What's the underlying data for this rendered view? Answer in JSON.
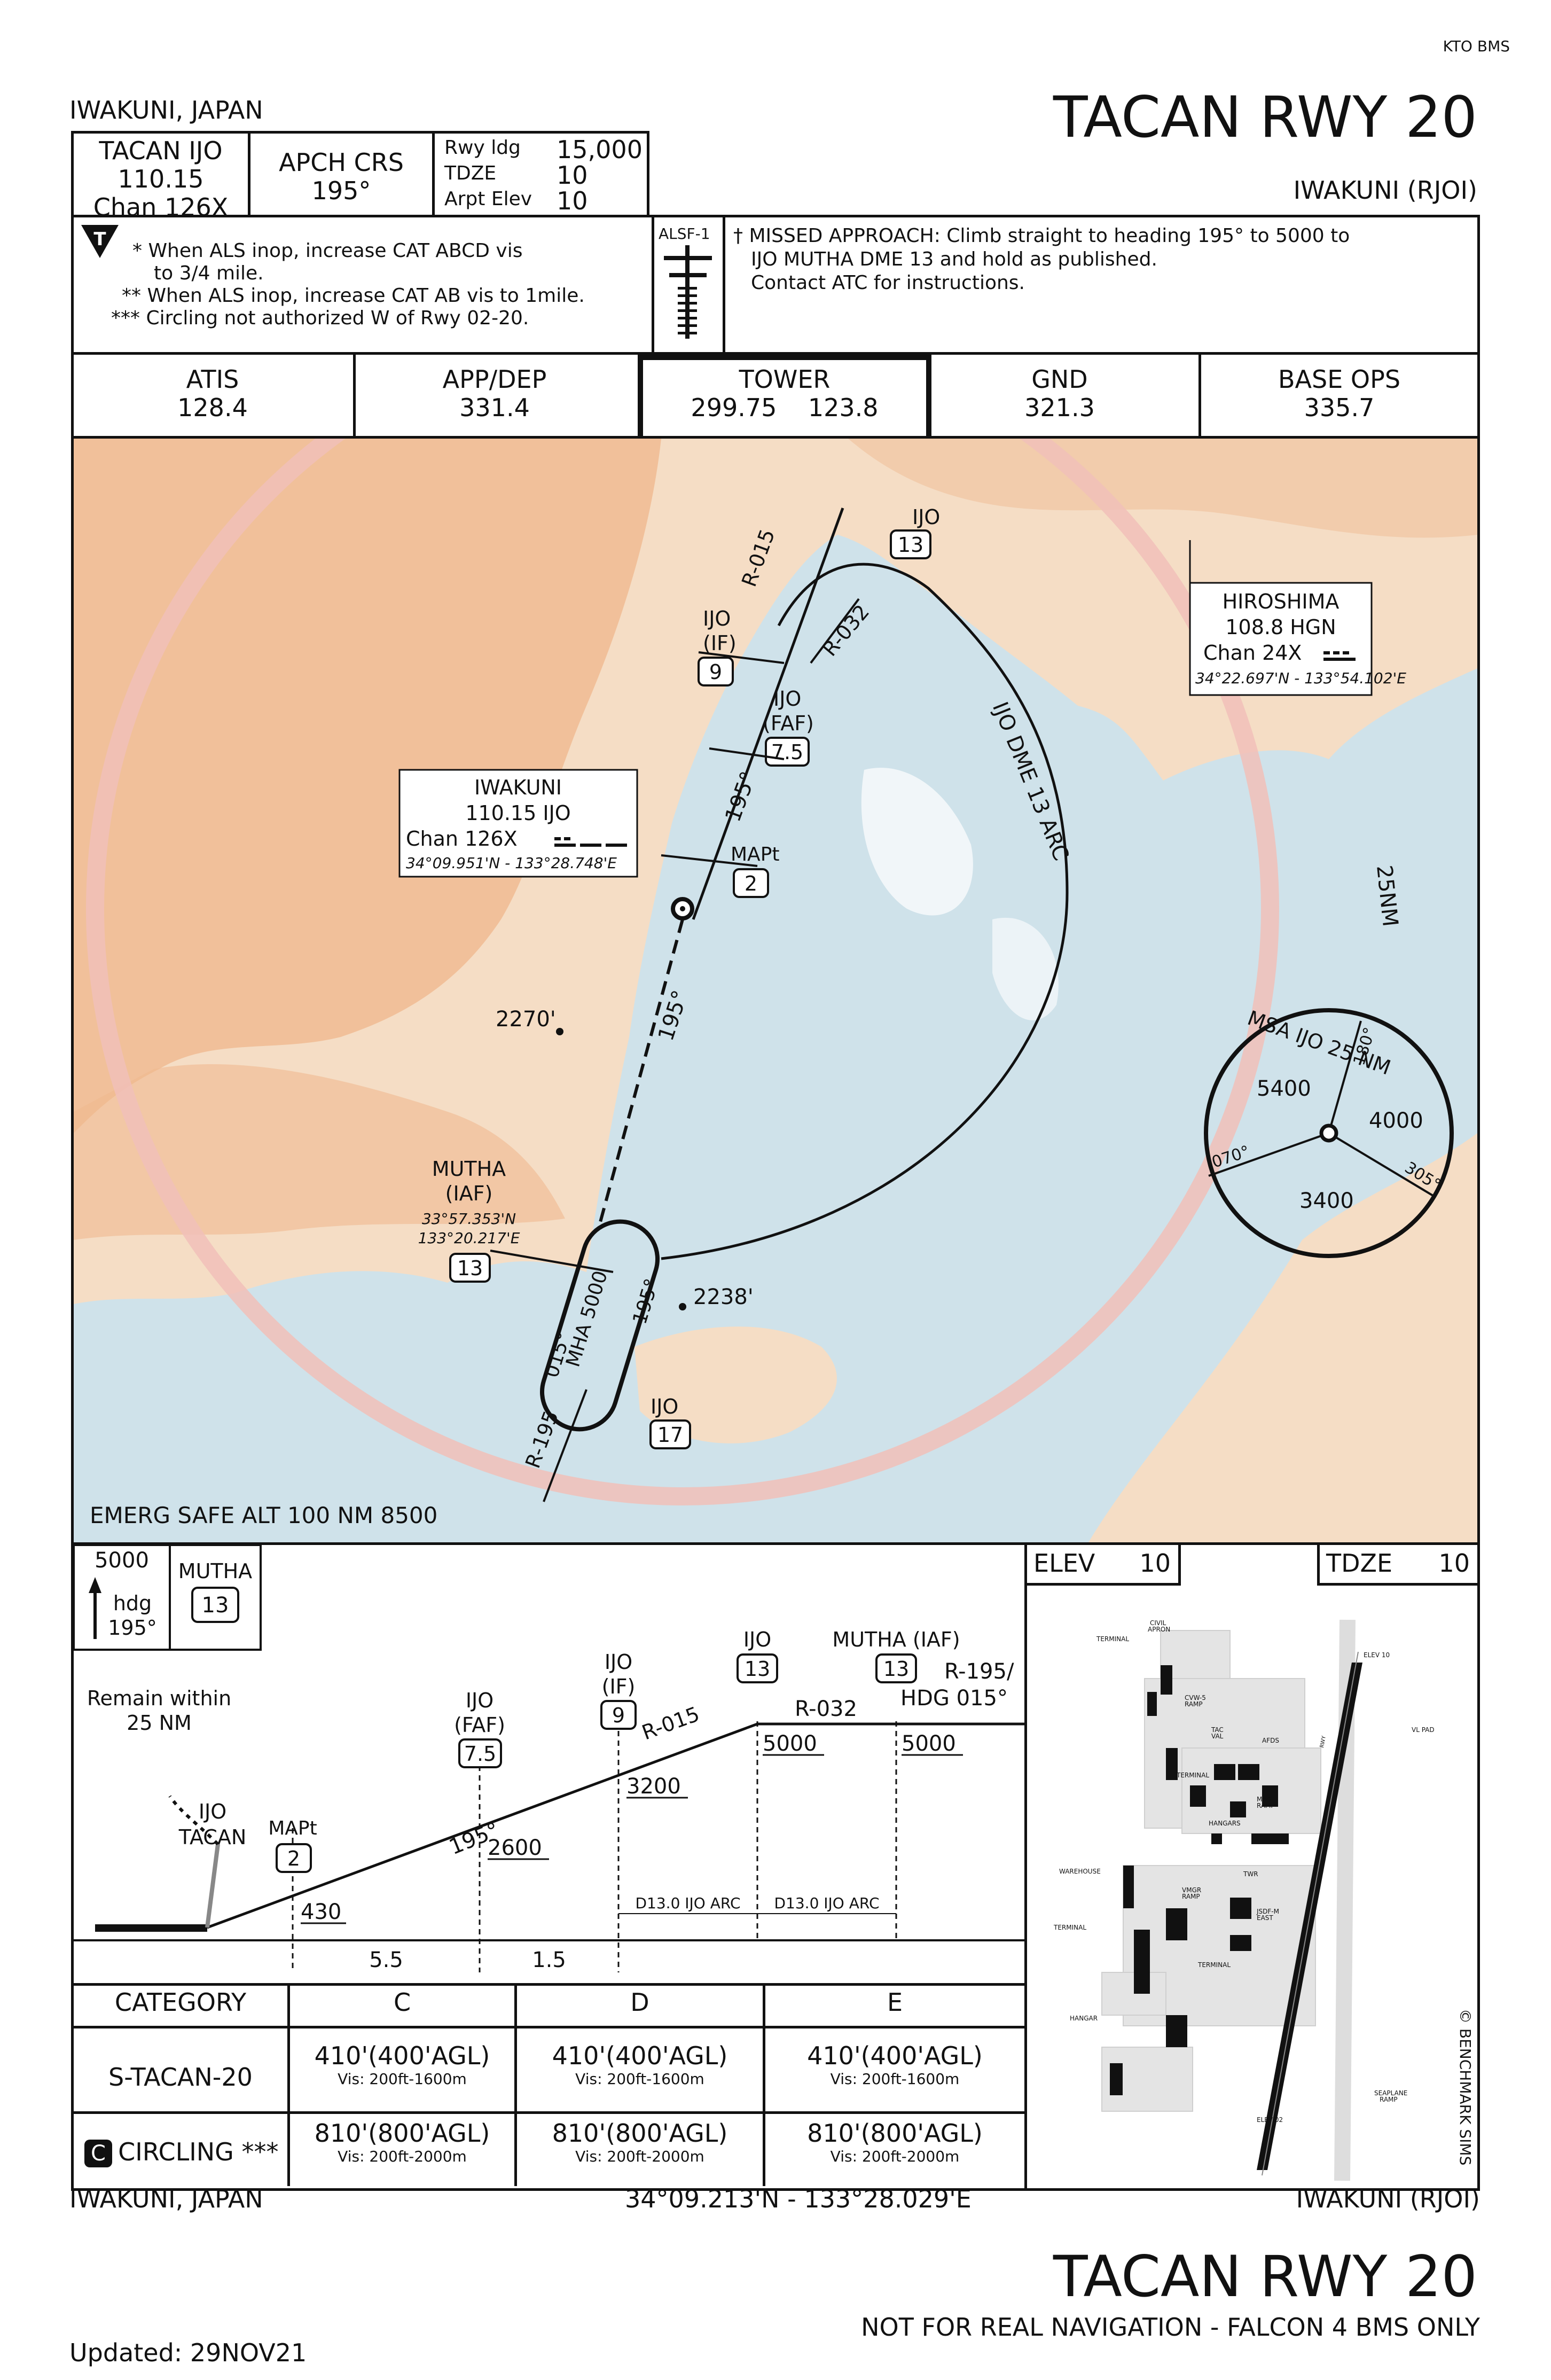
{
  "header": {
    "source": "KTO BMS",
    "location": "IWAKUNI, JAPAN",
    "title": "TACAN RWY 20",
    "airport": "IWAKUNI (RJOI)"
  },
  "briefing": {
    "nav_name": "TACAN IJO",
    "nav_freq": "110.15",
    "nav_chan": "Chan 126X",
    "apch_crs_label": "APCH CRS",
    "apch_crs": "195°",
    "rwy_ldg_label": "Rwy ldg",
    "rwy_ldg": "15,000",
    "tdze_label": "TDZE",
    "tdze": "10",
    "arpt_elev_label": "Arpt Elev",
    "arpt_elev": "10",
    "note1": "* When ALS inop, increase CAT ABCD vis",
    "note1b": "to 3/4 mile.",
    "note2": "** When ALS inop, increase CAT AB vis to 1mile.",
    "note3": "*** Circling not authorized W of Rwy 02-20.",
    "alsf": "ALSF-1",
    "missed_1": "† MISSED APPROACH: Climb straight to heading 195° to 5000 to",
    "missed_2": "IJO MUTHA DME 13 and hold as published.",
    "missed_3": "Contact ATC for instructions."
  },
  "comms": [
    {
      "name": "ATIS",
      "freq": "128.4"
    },
    {
      "name": "APP/DEP",
      "freq": "331.4"
    },
    {
      "name": "TOWER",
      "freq": "299.75    123.8"
    },
    {
      "name": "GND",
      "freq": "321.3"
    },
    {
      "name": "BASE OPS",
      "freq": "335.7"
    }
  ],
  "plan": {
    "r015": "R-015",
    "r032": "R-032",
    "r195": "R-195",
    "arc": "IJO DME 13 ARC",
    "ijo": "IJO",
    "if": "(IF)",
    "faf": "(FAF)",
    "mapt": "MAPt",
    "d13": "13",
    "d9": "9",
    "d75": "7.5",
    "d2": "2",
    "d17": "17",
    "crs195": "195°",
    "crs015": "015°",
    "mha": "MHA 5000",
    "elev1": "2270'",
    "elev2": "2238'",
    "mutha": "MUTHA",
    "mutha_iaf": "(IAF)",
    "mutha_lat": "33°57.353'N",
    "mutha_lon": "133°20.217'E",
    "iwakuni_name": "IWAKUNI",
    "iwakuni_freq": "110.15  IJO",
    "iwakuni_chan": "Chan 126X",
    "iwakuni_coord": "34°09.951'N - 133°28.748'E",
    "hiro_name": "HIROSHIMA",
    "hiro_freq": "108.8  HGN",
    "hiro_chan": "Chan 24X",
    "hiro_coord": "34°22.697'N - 133°54.102'E",
    "ring": "25NM",
    "emerg": "EMERG SAFE ALT 100 NM 8500",
    "msa_title": "MSA IJO 25 NM",
    "msa_5400": "5400",
    "msa_4000": "4000",
    "msa_3400": "3400",
    "msa_180": "180°",
    "msa_070": "070°",
    "msa_305": "305°"
  },
  "profile": {
    "climb_alt": "5000",
    "climb_hdg": "hdg",
    "climb_crs": "195°",
    "hold_fix": "MUTHA",
    "hold_dme": "13",
    "remain": "Remain within",
    "remain2": "25 NM",
    "ijo": "IJO",
    "tacan": "TACAN",
    "mapt": "MAPt",
    "if": "(IF)",
    "faf": "(FAF)",
    "mutha_iaf": "MUTHA (IAF)",
    "r195_hdg": "R-195/",
    "hdg015": "HDG 015°",
    "r015": "R-015",
    "r032": "R-032",
    "crs195": "195°",
    "alt430": "430",
    "alt2600": "2600",
    "alt3200": "3200",
    "alt5000a": "5000",
    "alt5000b": "5000",
    "arc1": "D13.0 IJO ARC",
    "arc2": "D13.0 IJO ARC",
    "dist1": "5.5",
    "dist2": "1.5",
    "d2": "2",
    "d75": "7.5",
    "d9": "9",
    "d13": "13",
    "d13b": "13"
  },
  "minima": {
    "cat_label": "CATEGORY",
    "cats": [
      "C",
      "D",
      "E"
    ],
    "rows": [
      {
        "name": "S-TACAN-20",
        "cells": [
          {
            "alt": "410'(400'AGL)",
            "vis": "Vis: 200ft-1600m"
          },
          {
            "alt": "410'(400'AGL)",
            "vis": "Vis: 200ft-1600m"
          },
          {
            "alt": "410'(400'AGL)",
            "vis": "Vis: 200ft-1600m"
          }
        ]
      },
      {
        "name": "CIRCLING ***",
        "badge": "C",
        "cells": [
          {
            "alt": "810'(800'AGL)",
            "vis": "Vis: 200ft-2000m"
          },
          {
            "alt": "810'(800'AGL)",
            "vis": "Vis: 200ft-2000m"
          },
          {
            "alt": "810'(800'AGL)",
            "vis": "Vis: 200ft-2000m"
          }
        ]
      }
    ]
  },
  "airport_diagram": {
    "elev_label": "ELEV",
    "elev": "10",
    "tdze_label": "TDZE",
    "tdze": "10",
    "labels": [
      "CIVIL APRON",
      "TERMINAL",
      "CVW-5 RAMP",
      "TAC VAL",
      "AFDS",
      "HANGARS",
      "TERMINAL",
      "MAG RAMP",
      "WAREHOUSE",
      "TWR",
      "VMGR RAMP",
      "JSDF-M EAST",
      "TERMINAL",
      "HANGAR",
      "SEAPLANE RAMP",
      "VL PAD",
      "ELEV 10",
      "ELEV 02"
    ]
  },
  "footer": {
    "location": "IWAKUNI, JAPAN",
    "coord": "34°09.213'N - 133°28.029'E",
    "airport": "IWAKUNI (RJOI)",
    "title": "TACAN RWY 20",
    "disclaimer": "NOT FOR REAL NAVIGATION - FALCON 4 BMS ONLY",
    "updated": "Updated: 29NOV21",
    "copyright": "© BENCHMARK SIMS"
  },
  "colors": {
    "water": "#cfe2ea",
    "land": "#f4dcc3",
    "terrain": "#f0b98f",
    "ring": "#f1c0b8"
  }
}
